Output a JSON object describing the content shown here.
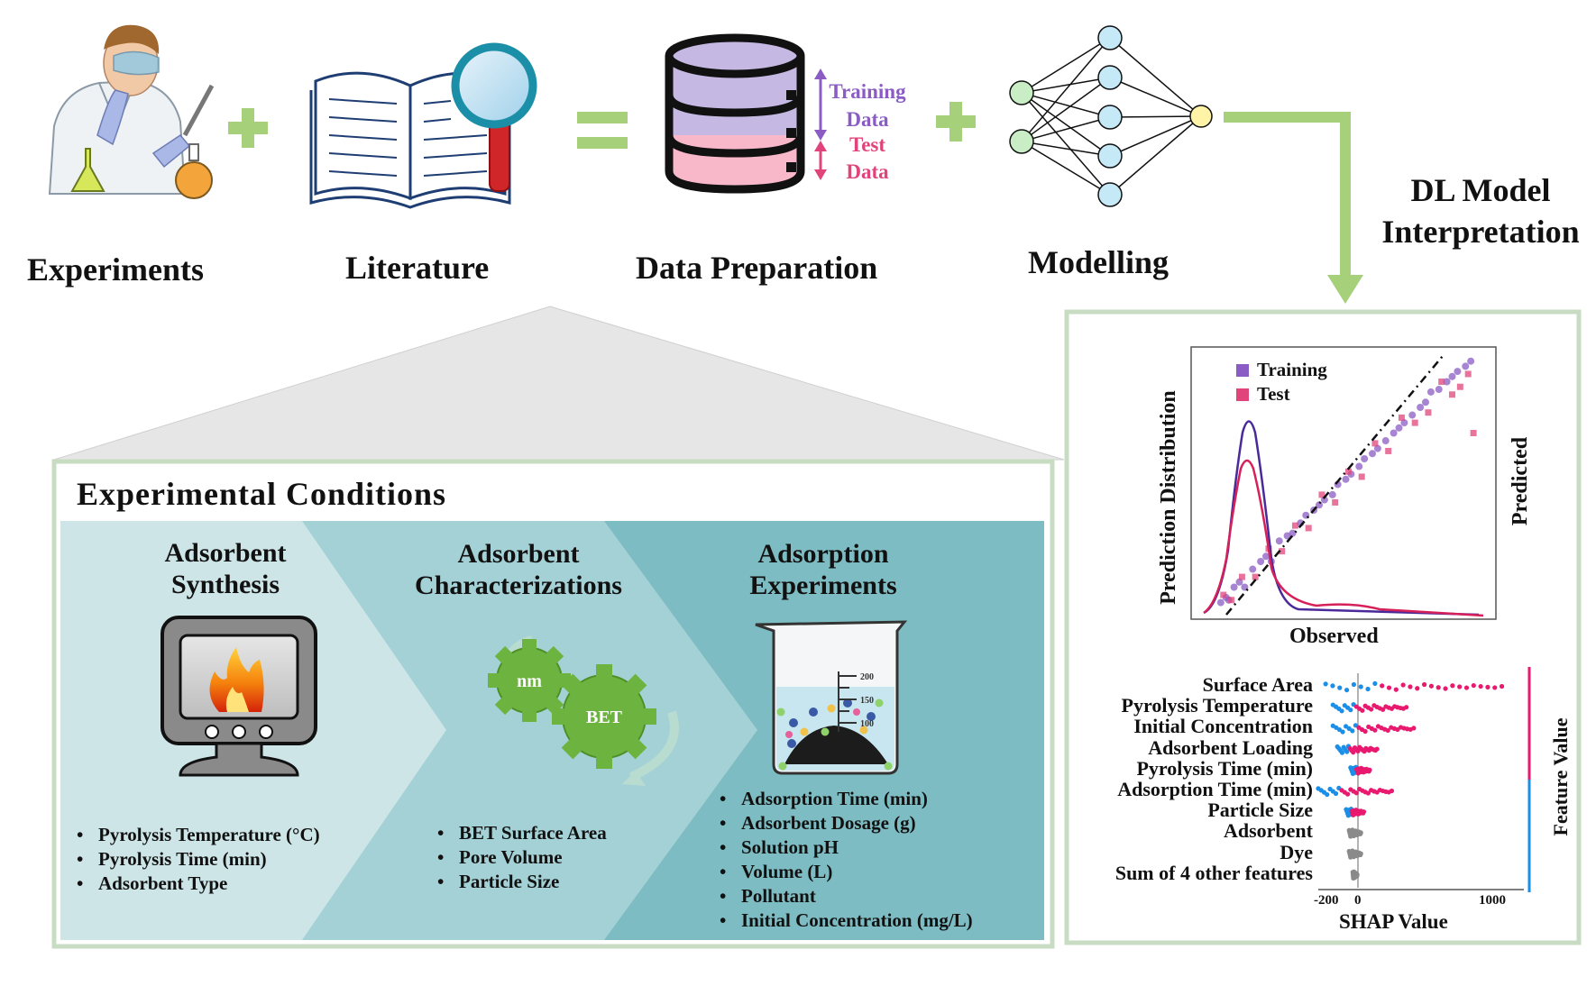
{
  "pipeline": {
    "experiments": "Experiments",
    "literature": "Literature",
    "data_preparation": "Data Preparation",
    "modelling": "Modelling",
    "training_data": [
      "Training",
      "Data"
    ],
    "test_data": [
      "Test",
      "Data"
    ],
    "interpretation": [
      "DL Model",
      "Interpretation"
    ]
  },
  "conditions": {
    "title": "Experimental Conditions",
    "columns": [
      {
        "title": [
          "Adsorbent",
          "Synthesis"
        ],
        "items": [
          "Pyrolysis Temperature (°C)",
          "Pyrolysis Time (min)",
          "Adsorbent Type"
        ]
      },
      {
        "title": [
          "Adsorbent",
          "Characterizations"
        ],
        "items": [
          "BET Surface Area",
          "Pore Volume",
          "Particle Size"
        ]
      },
      {
        "title": [
          "Adsorption",
          "Experiments"
        ],
        "items": [
          "Adsorption Time (min)",
          "Adsorbent Dosage (g)",
          "Solution pH",
          "Volume (L)",
          "Pollutant",
          "Initial Concentration (mg/L)"
        ]
      }
    ],
    "gear_labels": [
      "nm",
      "BET"
    ],
    "beaker_ticks": [
      "200",
      "150",
      "100"
    ]
  },
  "colors": {
    "training": "#8a5cc4",
    "test": "#e0447a",
    "green_arrow": "#a6d07a",
    "panel_light": "#cde5e7",
    "panel_mid": "#a4d1d6",
    "panel_dark": "#7dbcc2",
    "shap_high": "#e8196f",
    "shap_low": "#1b8fe8"
  },
  "chart_data": [
    {
      "type": "scatter",
      "xlabel": "Observed",
      "ylabel": "Predicted",
      "y2label": "Prediction Distribution",
      "series": [
        {
          "name": "Training",
          "points": [
            [
              0.03,
              0.04
            ],
            [
              0.05,
              0.06
            ],
            [
              0.06,
              0.05
            ],
            [
              0.08,
              0.1
            ],
            [
              0.1,
              0.12
            ],
            [
              0.12,
              0.1
            ],
            [
              0.15,
              0.17
            ],
            [
              0.18,
              0.2
            ],
            [
              0.2,
              0.22
            ],
            [
              0.22,
              0.2
            ],
            [
              0.25,
              0.28
            ],
            [
              0.28,
              0.3
            ],
            [
              0.3,
              0.31
            ],
            [
              0.33,
              0.35
            ],
            [
              0.35,
              0.38
            ],
            [
              0.38,
              0.4
            ],
            [
              0.4,
              0.42
            ],
            [
              0.42,
              0.44
            ],
            [
              0.45,
              0.46
            ],
            [
              0.47,
              0.5
            ],
            [
              0.5,
              0.52
            ],
            [
              0.52,
              0.54
            ],
            [
              0.55,
              0.57
            ],
            [
              0.57,
              0.6
            ],
            [
              0.6,
              0.62
            ],
            [
              0.62,
              0.64
            ],
            [
              0.65,
              0.67
            ],
            [
              0.68,
              0.7
            ],
            [
              0.7,
              0.72
            ],
            [
              0.72,
              0.74
            ],
            [
              0.75,
              0.77
            ],
            [
              0.78,
              0.8
            ],
            [
              0.8,
              0.82
            ],
            [
              0.82,
              0.86
            ],
            [
              0.85,
              0.87
            ],
            [
              0.88,
              0.9
            ],
            [
              0.9,
              0.92
            ],
            [
              0.92,
              0.94
            ],
            [
              0.95,
              0.96
            ],
            [
              0.97,
              0.98
            ]
          ]
        },
        {
          "name": "Test",
          "points": [
            [
              0.04,
              0.07
            ],
            [
              0.07,
              0.05
            ],
            [
              0.11,
              0.14
            ],
            [
              0.16,
              0.14
            ],
            [
              0.21,
              0.25
            ],
            [
              0.26,
              0.24
            ],
            [
              0.31,
              0.34
            ],
            [
              0.36,
              0.33
            ],
            [
              0.41,
              0.46
            ],
            [
              0.46,
              0.43
            ],
            [
              0.51,
              0.55
            ],
            [
              0.56,
              0.53
            ],
            [
              0.61,
              0.66
            ],
            [
              0.66,
              0.63
            ],
            [
              0.71,
              0.76
            ],
            [
              0.76,
              0.74
            ],
            [
              0.81,
              0.78
            ],
            [
              0.86,
              0.9
            ],
            [
              0.9,
              0.85
            ],
            [
              0.93,
              0.88
            ],
            [
              0.96,
              0.93
            ],
            [
              0.98,
              0.7
            ]
          ]
        }
      ]
    },
    {
      "type": "scatter",
      "xlabel": "SHAP Value",
      "y2label": "Feature Value",
      "xticks": [
        "-200",
        "0",
        "1000"
      ],
      "xlim": [
        -250,
        1150
      ],
      "features": [
        {
          "name": "Surface Area",
          "range": [
            -200,
            1000
          ]
        },
        {
          "name": "Pyrolysis Temperature",
          "range": [
            -150,
            350
          ]
        },
        {
          "name": "Initial Concentration",
          "range": [
            -150,
            400
          ]
        },
        {
          "name": "Adsorbent Loading",
          "range": [
            -120,
            150
          ]
        },
        {
          "name": "Pyrolysis Time (min)",
          "range": [
            -30,
            100
          ]
        },
        {
          "name": "Adsorption Time (min)",
          "range": [
            -250,
            250
          ]
        },
        {
          "name": "Particle Size",
          "range": [
            -60,
            60
          ]
        },
        {
          "name": "Adsorbent",
          "range": [
            -40,
            40
          ]
        },
        {
          "name": "Dye",
          "range": [
            -40,
            40
          ]
        },
        {
          "name": "Sum of 4 other features",
          "range": [
            -15,
            15
          ]
        }
      ]
    }
  ]
}
